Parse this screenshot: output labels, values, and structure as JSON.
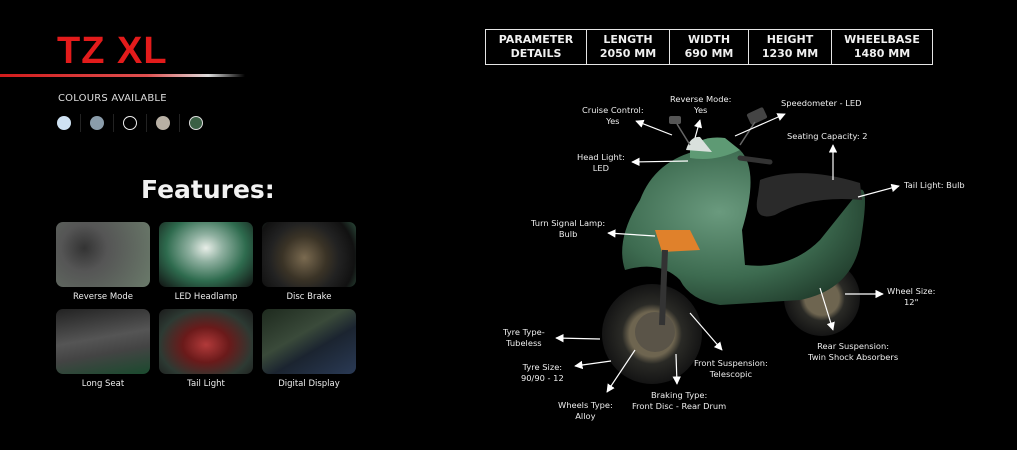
{
  "product": {
    "title": "TZ XL"
  },
  "colours": {
    "label": "COLOURS AVAILABLE",
    "swatches": [
      "#cfe2f3",
      "#8a9caa",
      "#000000",
      "#b8b0a4",
      "#3a5f44"
    ]
  },
  "features": {
    "title": "Features:",
    "items": [
      {
        "label": "Reverse Mode"
      },
      {
        "label": "LED Headlamp"
      },
      {
        "label": "Disc Brake"
      },
      {
        "label": "Long Seat"
      },
      {
        "label": "Tail Light"
      },
      {
        "label": "Digital Display"
      }
    ]
  },
  "params": {
    "cells": [
      {
        "name": "PARAMETER",
        "value": "DETAILS"
      },
      {
        "name": "LENGTH",
        "value": "2050 MM"
      },
      {
        "name": "WIDTH",
        "value": "690 MM"
      },
      {
        "name": "HEIGHT",
        "value": "1230 MM"
      },
      {
        "name": "WHEELBASE",
        "value": "1480 MM"
      }
    ]
  },
  "specs": {
    "cruise_control": {
      "name": "Cruise Control:",
      "value": "Yes"
    },
    "reverse_mode": {
      "name": "Reverse Mode:",
      "value": "Yes"
    },
    "speedometer": {
      "name": "Speedometer - LED"
    },
    "seating": {
      "name": "Seating Capacity: 2"
    },
    "head_light": {
      "name": "Head Light:",
      "value": "LED"
    },
    "tail_light": {
      "name": "Tail Light: Bulb"
    },
    "turn_signal": {
      "name": "Turn Signal Lamp:",
      "value": "Bulb"
    },
    "wheel_size": {
      "name": "Wheel Size:",
      "value": "12\""
    },
    "tyre_type": {
      "name": "Tyre Type-",
      "value": "Tubeless"
    },
    "rear_suspension": {
      "name": "Rear Suspension:",
      "value": "Twin Shock Absorbers"
    },
    "front_suspension": {
      "name": "Front Suspension:",
      "value": "Telescopic"
    },
    "tyre_size": {
      "name": "Tyre Size:",
      "value": "90/90 - 12"
    },
    "braking": {
      "name": "Braking Type:",
      "value": "Front Disc - Rear Drum"
    },
    "wheels_type": {
      "name": "Wheels Type:",
      "value": "Alloy"
    }
  }
}
